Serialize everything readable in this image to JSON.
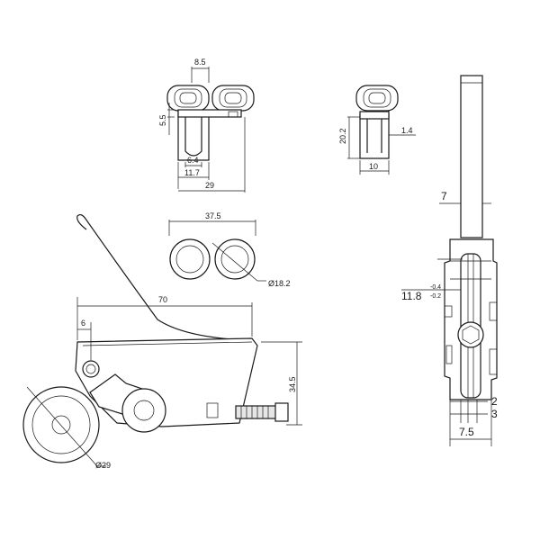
{
  "dimensions": {
    "top_left": {
      "width_8_5": "8.5",
      "height_5_5": "5.5",
      "gap_6_4": "6.4",
      "offset_11_7": "11.7",
      "overall_29": "29"
    },
    "top_right": {
      "height_20_2": "20.2",
      "pin_1_4": "1.4",
      "width_10": "10"
    },
    "middle": {
      "overall_37_5": "37.5",
      "diameter_18_2": "Ø18.2"
    },
    "side_view": {
      "length_70": "70",
      "offset_6": "6",
      "height_34_5": "34.5",
      "wheel_29": "Ø29"
    },
    "front_view": {
      "top_7": "7",
      "center_main": "11.8",
      "tol_upper": "-0.4",
      "tol_lower": "-0.2",
      "gap_2": "2",
      "gap_3": "3",
      "bottom_7_5": "7.5"
    }
  }
}
